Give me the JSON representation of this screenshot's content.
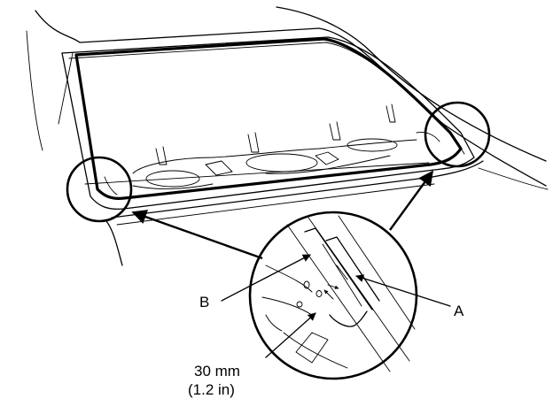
{
  "callouts": {
    "a": "A",
    "b": "B",
    "dim_metric": "30 mm",
    "dim_imperial": "(1.2 in)"
  },
  "colors": {
    "line": "#000000",
    "background": "#ffffff"
  }
}
